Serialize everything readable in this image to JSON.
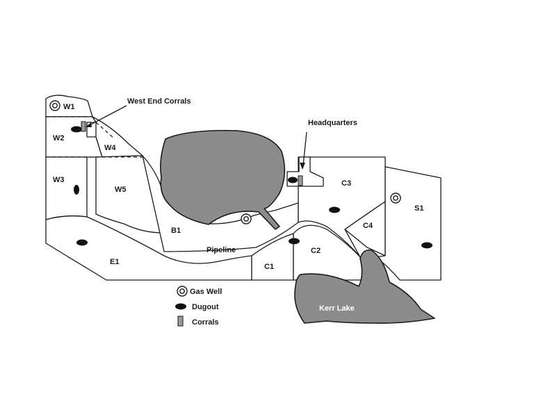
{
  "map": {
    "paddocks": {
      "w1": "W1",
      "w2": "W2",
      "w3": "W3",
      "w4": "W4",
      "w5": "W5",
      "b1": "B1",
      "e1": "E1",
      "c1": "C1",
      "c2": "C2",
      "c3": "C3",
      "c4": "C4",
      "s1": "S1"
    },
    "annotations": {
      "west_end_corrals": "West End Corrals",
      "headquarters": "Headquarters",
      "pipeline": "Pipeline",
      "kerr_lake": "Kerr Lake"
    },
    "legend": {
      "gas_well": "Gas Well",
      "dugout": "Dugout",
      "corrals": "Corrals"
    },
    "colors": {
      "water": "#8c8c8c",
      "corrals": "#9a9a9a",
      "ink": "#1a1a1a"
    }
  }
}
